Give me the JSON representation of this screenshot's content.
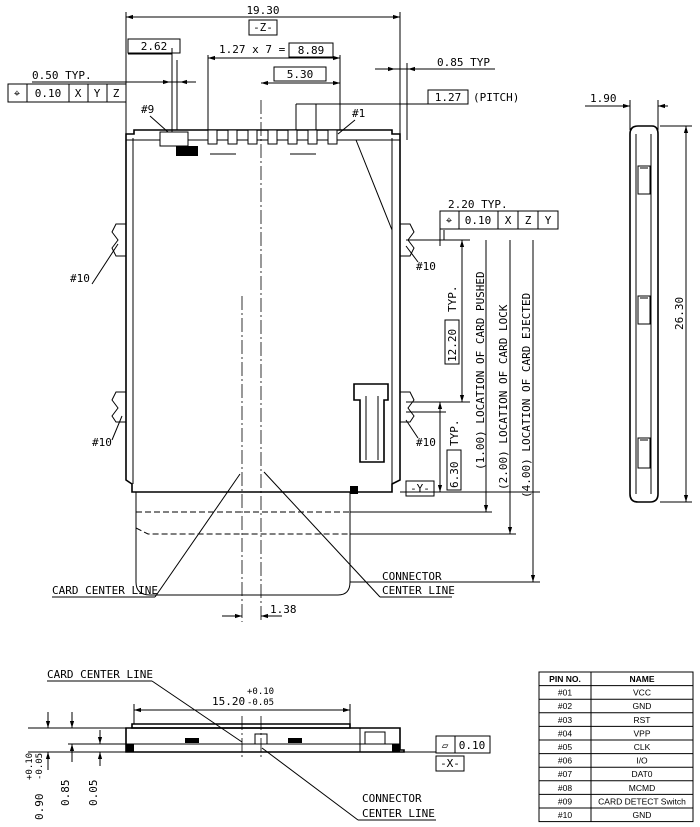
{
  "top_view": {
    "width_dim": "19.30",
    "datum_z": "-Z-",
    "dim_2_62": "2.62",
    "pitch_formula": "1.27 x 7 =",
    "dim_8_89": "8.89",
    "dim_5_30": "5.30",
    "dim_0_85": "0.85 TYP",
    "dim_0_50": "0.50 TYP.",
    "tol_frame_1": [
      "⌖",
      "0.10",
      "X",
      "Y",
      "Z"
    ],
    "pitch_value": "1.27",
    "pitch_label": "(PITCH)",
    "pin9": "#9",
    "pin1": "#1",
    "pin10": "#10",
    "dim_2_20": "2.20 TYP.",
    "tol_frame_2": [
      "⌖",
      "0.10",
      "X",
      "Z",
      "Y"
    ],
    "dim_12_20": "12.20",
    "typ": "TYP.",
    "dim_6_30": "6.30",
    "datum_y": "-Y-",
    "card_pushed": "(1.00) LOCATION OF CARD PUSHED",
    "card_lock": "(2.00) LOCATION OF CARD LOCK",
    "card_ejected": "(4.00) LOCATION OF CARD EJECTED",
    "card_center": "CARD CENTER LINE",
    "connector_center_1": "CONNECTOR",
    "connector_center_2": "CENTER LINE",
    "dim_1_38": "1.38"
  },
  "side_view": {
    "dim_1_90": "1.90",
    "dim_26_30": "26.30"
  },
  "front_view": {
    "card_center": "CARD CENTER LINE",
    "dim_15_20": "15.20",
    "tol_plus": "+0.10",
    "tol_minus": "-0.05",
    "flatness_frame": [
      "▱",
      "0.10"
    ],
    "datum_x": "-X-",
    "dim_0_90": "0.90",
    "dim_0_85": "0.85",
    "dim_0_05": "0.05",
    "connector_center_1": "CONNECTOR",
    "connector_center_2": "CENTER LINE"
  },
  "pin_table": {
    "headers": [
      "PIN NO.",
      "NAME"
    ],
    "rows": [
      [
        "#01",
        "VCC"
      ],
      [
        "#02",
        "GND"
      ],
      [
        "#03",
        "RST"
      ],
      [
        "#04",
        "VPP"
      ],
      [
        "#05",
        "CLK"
      ],
      [
        "#06",
        "I/O"
      ],
      [
        "#07",
        "DAT0"
      ],
      [
        "#08",
        "MCMD"
      ],
      [
        "#09",
        "CARD DETECT Switch"
      ],
      [
        "#10",
        "GND"
      ]
    ]
  }
}
